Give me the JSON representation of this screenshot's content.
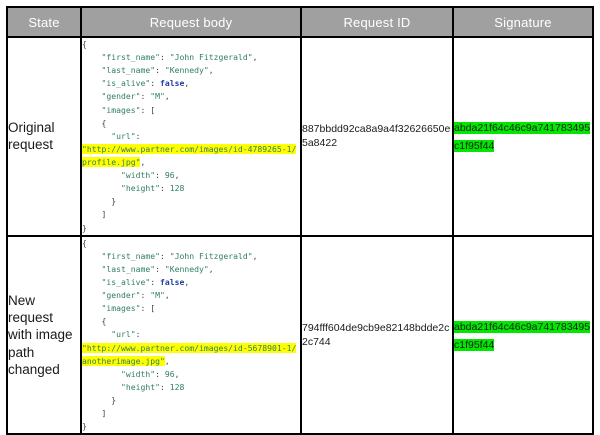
{
  "table": {
    "columns": [
      {
        "id": "state",
        "label": "State"
      },
      {
        "id": "body",
        "label": "Request body"
      },
      {
        "id": "requestid",
        "label": "Request ID"
      },
      {
        "id": "signature",
        "label": "Signature"
      }
    ],
    "rows": [
      {
        "state": "Original request",
        "request_id": "887bbdd92ca8a9a4f32626650e5a8422",
        "signature": "abda21f64c46c9a741783495c1f95f44",
        "body": {
          "first_name_key": "\"first_name\"",
          "first_name_value": "\"John Fitzgerald\"",
          "last_name_key": "\"last_name\"",
          "last_name_value": "\"Kennedy\"",
          "is_alive_key": "\"is_alive\"",
          "is_alive_value": "false",
          "gender_key": "\"gender\"",
          "gender_value": "\"M\"",
          "images_key": "\"images\"",
          "url_key": "\"url\"",
          "url_value": "\"http://www.partner.com/images/id-4789265-1/profile.jpg\"",
          "width_key": "\"width\"",
          "width_value": "96",
          "height_key": "\"height\"",
          "height_value": "128"
        }
      },
      {
        "state": "New request with image path changed",
        "request_id": "794fff604de9cb9e82148bdde2c2c744",
        "signature": "abda21f64c46c9a741783495c1f95f44",
        "body": {
          "first_name_key": "\"first_name\"",
          "first_name_value": "\"John Fitzgerald\"",
          "last_name_key": "\"last_name\"",
          "last_name_value": "\"Kennedy\"",
          "is_alive_key": "\"is_alive\"",
          "is_alive_value": "false",
          "gender_key": "\"gender\"",
          "gender_value": "\"M\"",
          "images_key": "\"images\"",
          "url_key": "\"url\"",
          "url_value": "\"http://www.partner.com/images/id-5678901-1/anotherimage.jpg\"",
          "width_key": "\"width\"",
          "width_value": "96",
          "height_key": "\"height\"",
          "height_value": "128"
        }
      }
    ]
  },
  "syntax": {
    "brace_open": "{",
    "brace_close": "}",
    "bracket_open": "[",
    "bracket_close": "]",
    "colon": ":",
    "comma": ","
  },
  "colors": {
    "header_background": "#a0a0a0",
    "header_text": "#ffffff",
    "border": "#000000",
    "json_key": "#2f7f5f",
    "json_string": "#2f7f5f",
    "json_boolean": "#1f3f9f",
    "url_highlight": "#ffff00",
    "signature_highlight": "#00e800"
  }
}
